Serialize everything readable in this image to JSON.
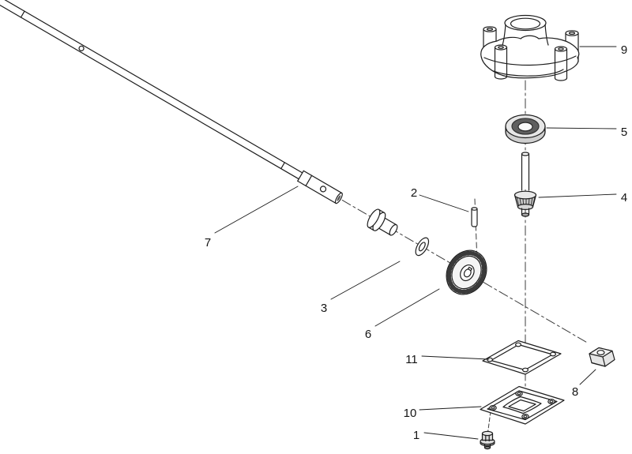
{
  "colors": {
    "background": "#ffffff",
    "line": "#1d1d1d",
    "gear_teeth": "#3a3a3a",
    "bearing_ring": "#5f5f5f"
  },
  "callouts": [
    {
      "label": "1"
    },
    {
      "label": "2"
    },
    {
      "label": "3"
    },
    {
      "label": "4"
    },
    {
      "label": "5"
    },
    {
      "label": "6"
    },
    {
      "label": "7"
    },
    {
      "label": "8"
    },
    {
      "label": "9"
    },
    {
      "label": "10"
    },
    {
      "label": "11"
    }
  ]
}
